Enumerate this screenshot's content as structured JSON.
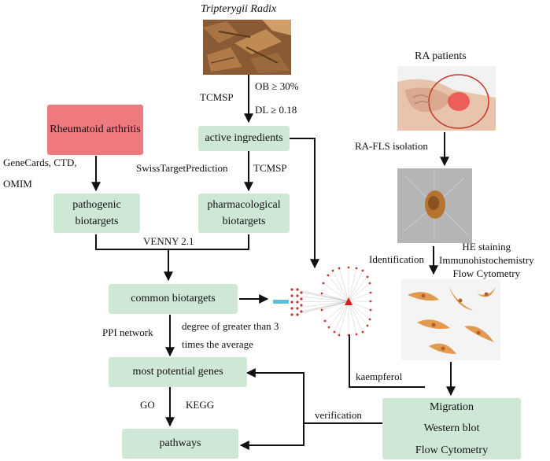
{
  "colors": {
    "box_green": "#cfe8d5",
    "box_pink": "#ee7a80",
    "arrow": "#111111",
    "network_node": "#c0392b",
    "network_center": "#e31a1c"
  },
  "source": {
    "herb_title": "Tripterygii Radix",
    "tcmsp_label": "TCMSP",
    "ob_criterion": "OB ≥ 30%",
    "dl_criterion": "DL ≥ 0.18"
  },
  "boxes": {
    "rheumatoid_arthritis": "Rheumatoid arthritis",
    "active_ingredients": "active ingredients",
    "pathogenic_biotargets": "pathogenic\nbiotargets",
    "pharmacological_biotargets": "pharmacological\nbiotargets",
    "common_biotargets": "common biotargets",
    "most_potential_genes": "most potential genes",
    "pathways": "pathways",
    "experiments": "Migration\nWestern blot\nFlow Cytometry"
  },
  "labels": {
    "disease_databases": "GeneCards, CTD,\nOMIM",
    "target_prediction": "SwissTargetPrediction",
    "tcmsp_2": "TCMSP",
    "venny": "VENNY 2.1",
    "ppi_network": "PPI network",
    "degree_criterion": "degree of greater than 3\ntimes the average",
    "go": "GO",
    "kegg": "KEGG",
    "verification": "verification",
    "kaempferol": "kaempferol",
    "ra_patients": "RA patients",
    "rafls_isolation": "RA-FLS isolation",
    "identification": "Identification",
    "identification_methods": "HE  staining\nImmunohistochemistry\nFlow Cytometry"
  }
}
